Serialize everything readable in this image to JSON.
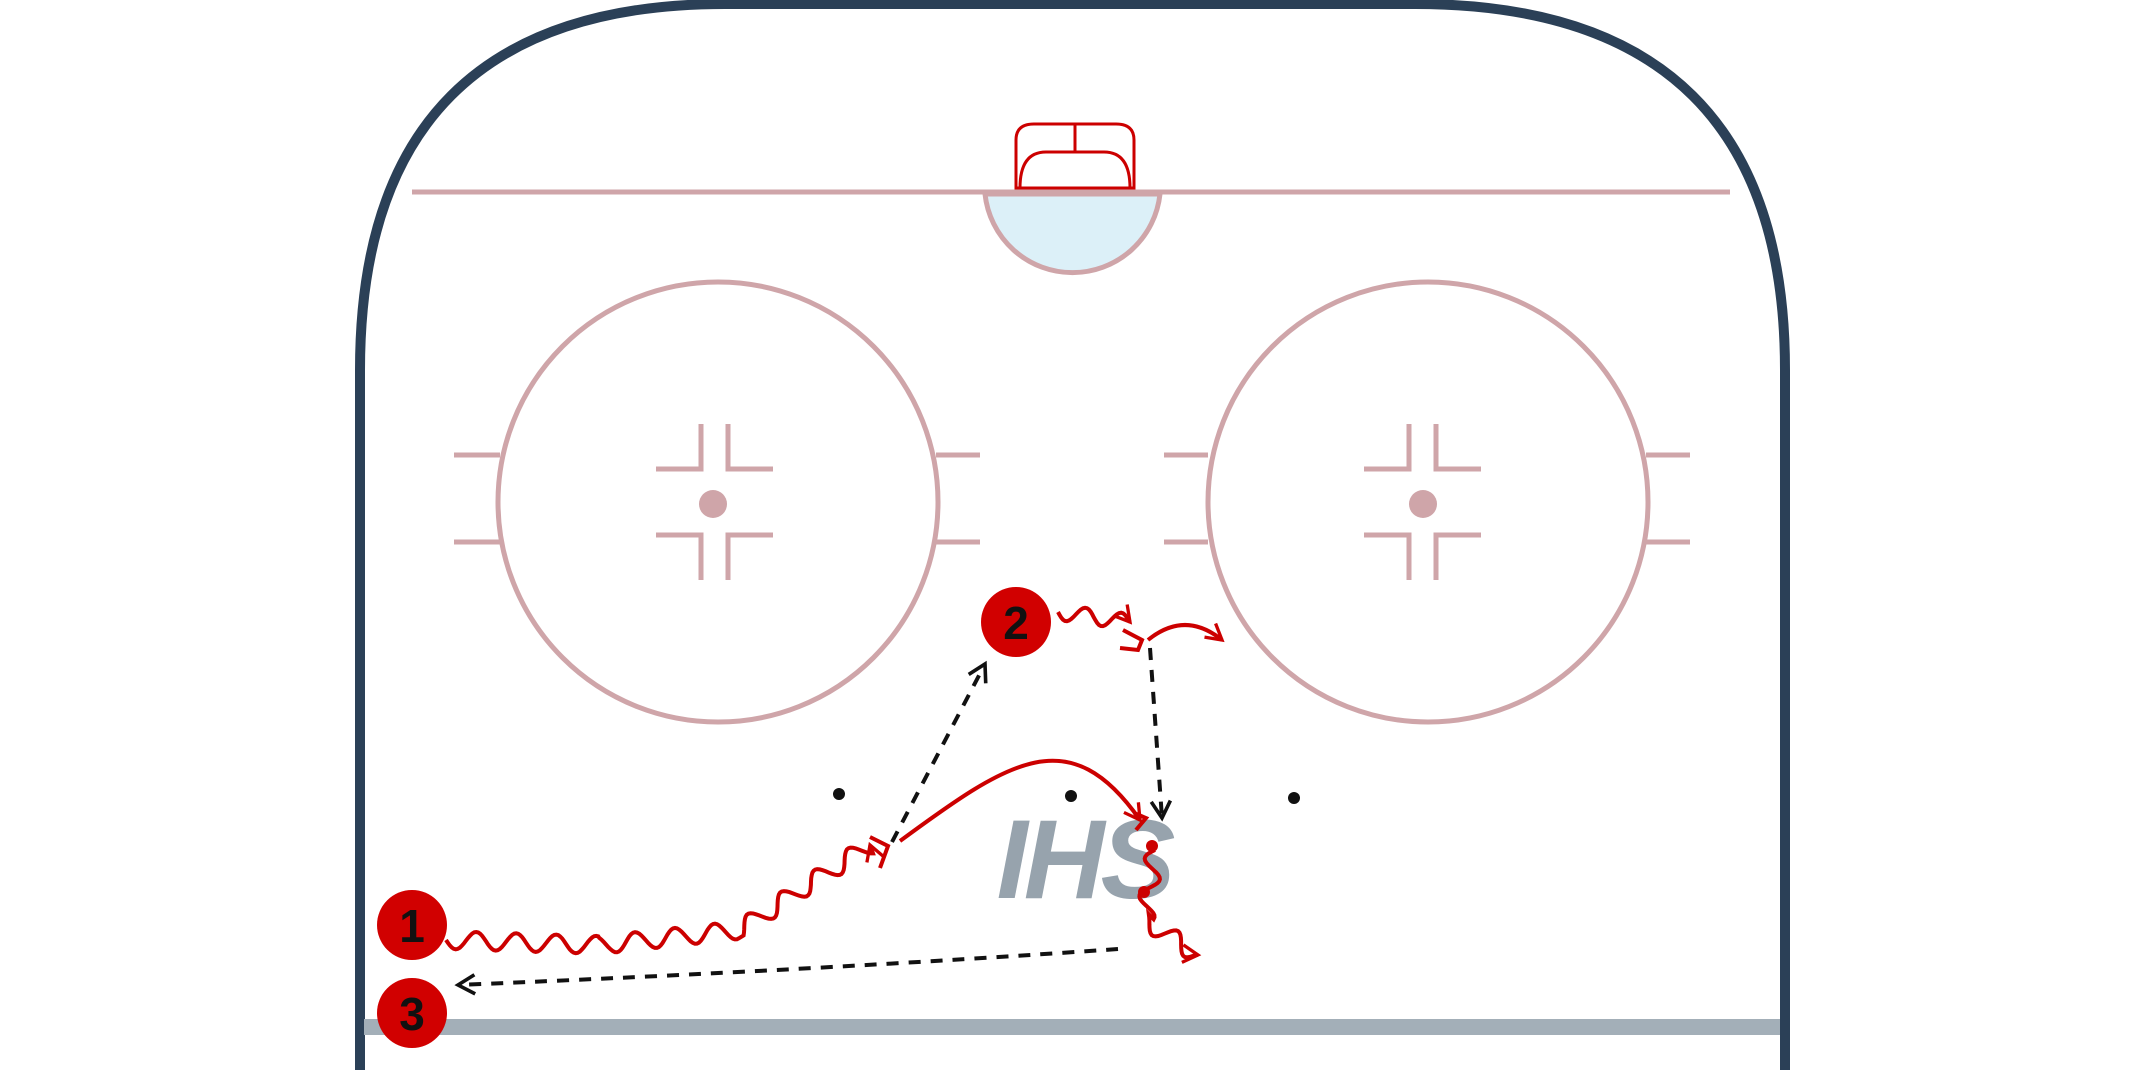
{
  "drill": {
    "players": [
      {
        "id": "p1",
        "label": "1"
      },
      {
        "id": "p2",
        "label": "2"
      },
      {
        "id": "p3",
        "label": "3"
      }
    ],
    "logo": {
      "text": "IHS"
    }
  },
  "colors": {
    "boards": "#2b4057",
    "rink_lines": "#cfa5a9",
    "crease_fill": "#dcf0f8",
    "skater_path": "#cc0000",
    "pass_path": "#111111",
    "player_fill": "#d10000",
    "player_text": "#111111",
    "logo": "#97a3ad",
    "bottom_line": "#a3afb8"
  },
  "icons": {
    "goal": "hockey-net-icon",
    "faceoff_dot": "faceoff-dot-icon",
    "puck": "puck-icon"
  }
}
